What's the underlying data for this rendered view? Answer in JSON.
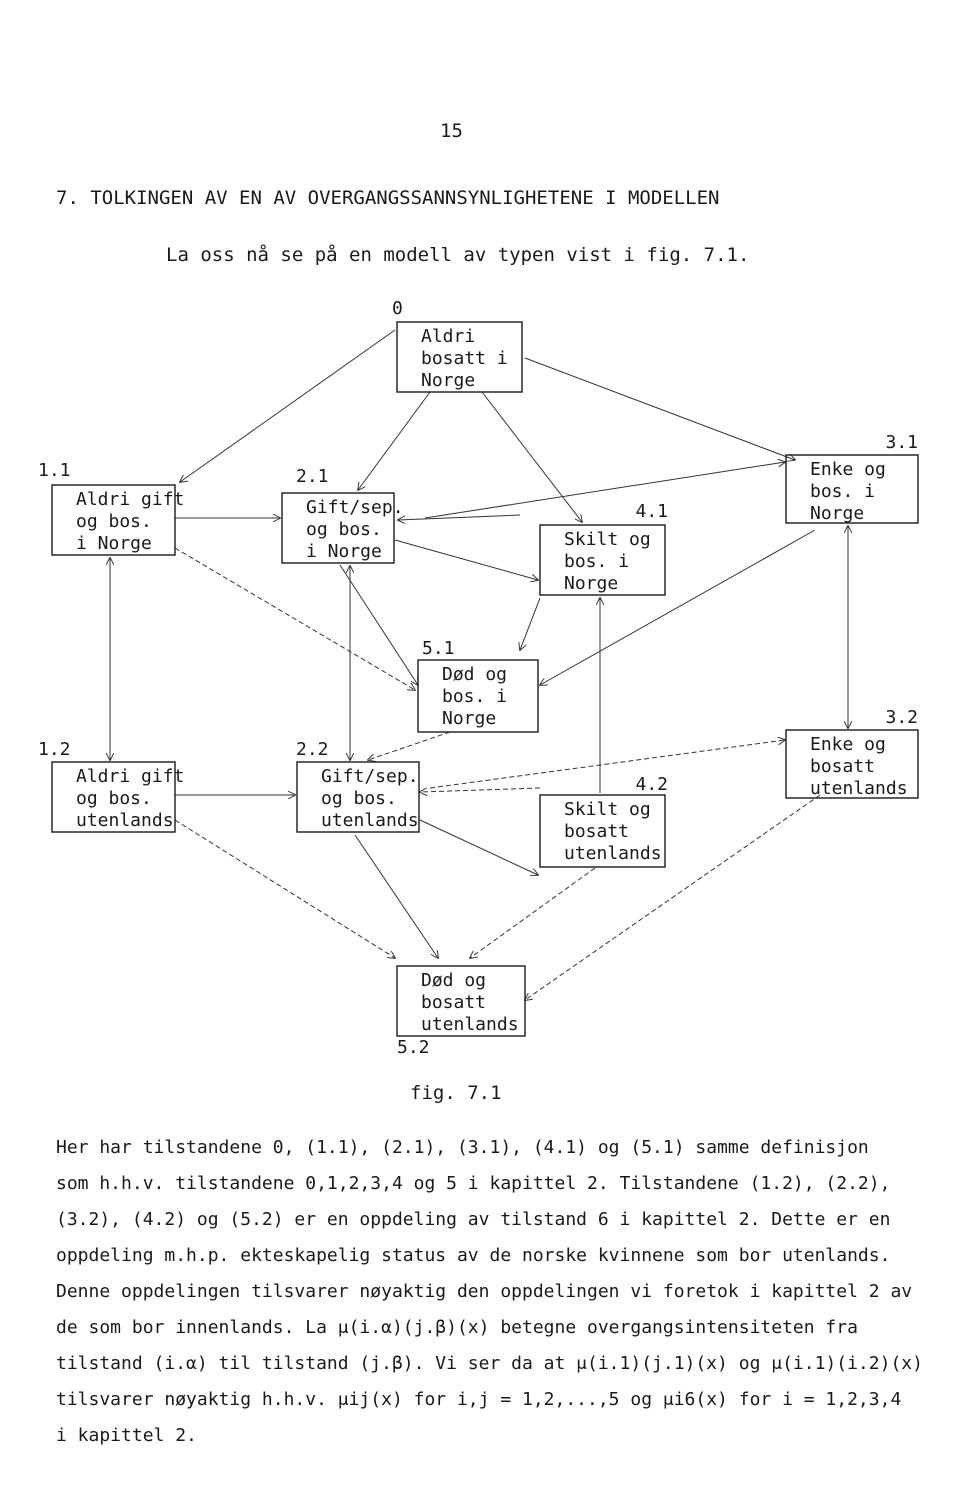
{
  "page_number": "15",
  "heading": "7.  TOLKINGEN AV EN AV OVERGANGSSANNSYNLIGHETENE I MODELLEN",
  "intro": "La oss nå se på en modell av typen vist i fig. 7.1.",
  "diagram": {
    "states": [
      {
        "id": "0",
        "label": "0",
        "lines": [
          "Aldri",
          "bosatt i",
          "Norge"
        ]
      },
      {
        "id": "1.1",
        "label": "1.1",
        "lines": [
          "Aldri gift",
          "og bos.",
          "i Norge"
        ]
      },
      {
        "id": "2.1",
        "label": "2.1",
        "lines": [
          "Gift/sep.",
          "og bos.",
          "i Norge"
        ]
      },
      {
        "id": "4.1",
        "label": "4.1",
        "lines": [
          "Skilt og",
          "bos. i",
          "Norge"
        ]
      },
      {
        "id": "3.1",
        "label": "3.1",
        "lines": [
          "Enke og",
          "bos. i",
          "Norge"
        ]
      },
      {
        "id": "5.1",
        "label": "5.1",
        "lines": [
          "Død og",
          "bos. i",
          "Norge"
        ]
      },
      {
        "id": "1.2",
        "label": "1.2",
        "lines": [
          "Aldri gift",
          "og bos.",
          "utenlands"
        ]
      },
      {
        "id": "2.2",
        "label": "2.2",
        "lines": [
          "Gift/sep.",
          "og bos.",
          "utenlands"
        ]
      },
      {
        "id": "4.2",
        "label": "4.2",
        "lines": [
          "Skilt og",
          "bosatt",
          "utenlands"
        ]
      },
      {
        "id": "3.2",
        "label": "3.2",
        "lines": [
          "Enke og",
          "bosatt",
          "utenlands"
        ]
      },
      {
        "id": "5.2",
        "label": "5.2",
        "lines": [
          "Død og",
          "bosatt",
          "utenlands"
        ]
      }
    ]
  },
  "caption": "fig. 7.1",
  "paragraph": [
    "Her har tilstandene 0, (1.1), (2.1), (3.1), (4.1) og (5.1) samme definisjon",
    "som h.h.v. tilstandene 0,1,2,3,4 og 5 i kapittel 2.  Tilstandene (1.2), (2.2),",
    "(3.2), (4.2) og (5.2) er en oppdeling av tilstand 6 i kapittel 2.  Dette er en",
    "oppdeling m.h.p. ekteskapelig status av de norske kvinnene som bor utenlands.",
    "Denne oppdelingen tilsvarer nøyaktig den oppdelingen vi foretok i kapittel 2 av",
    "de som bor innenlands.  La μ(i.α)(j.β)(x)  betegne overgangsintensiteten fra",
    "tilstand (i.α) til tilstand (j.β).  Vi ser da at μ(i.1)(j.1)(x) og μ(i.1)(i.2)(x)",
    "tilsvarer nøyaktig h.h.v. μij(x) for i,j = 1,2,...,5 og  μi6(x) for i = 1,2,3,4",
    "i kapittel 2."
  ]
}
